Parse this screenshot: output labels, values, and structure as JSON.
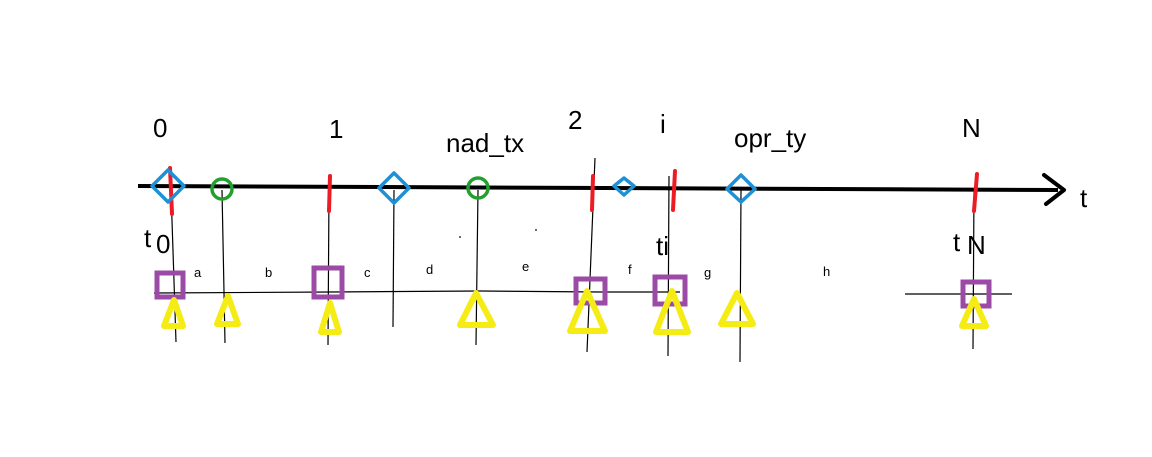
{
  "colors": {
    "axis": "#000000",
    "tick": "#ed1c24",
    "diamond": "#1e90d6",
    "circle": "#22a02e",
    "square": "#9b4aa6",
    "triangle": "#f5ec16",
    "guide": "#000000"
  },
  "axis": {
    "label": "t"
  },
  "top_labels": {
    "zero": "0",
    "one": "1",
    "nad_tx": "nad_tx",
    "two": "2",
    "i": "i",
    "opr_ty": "opr_ty",
    "n": "N"
  },
  "bottom_labels": {
    "t0": "t",
    "t0_sub": "0",
    "ti": "ti",
    "tn": "t",
    "tn_sub": "N"
  },
  "segment_labels": {
    "a": "a",
    "b": "b",
    "c": "c",
    "d": "d",
    "e": "e",
    "f": "f",
    "g": "g",
    "h": "h"
  }
}
